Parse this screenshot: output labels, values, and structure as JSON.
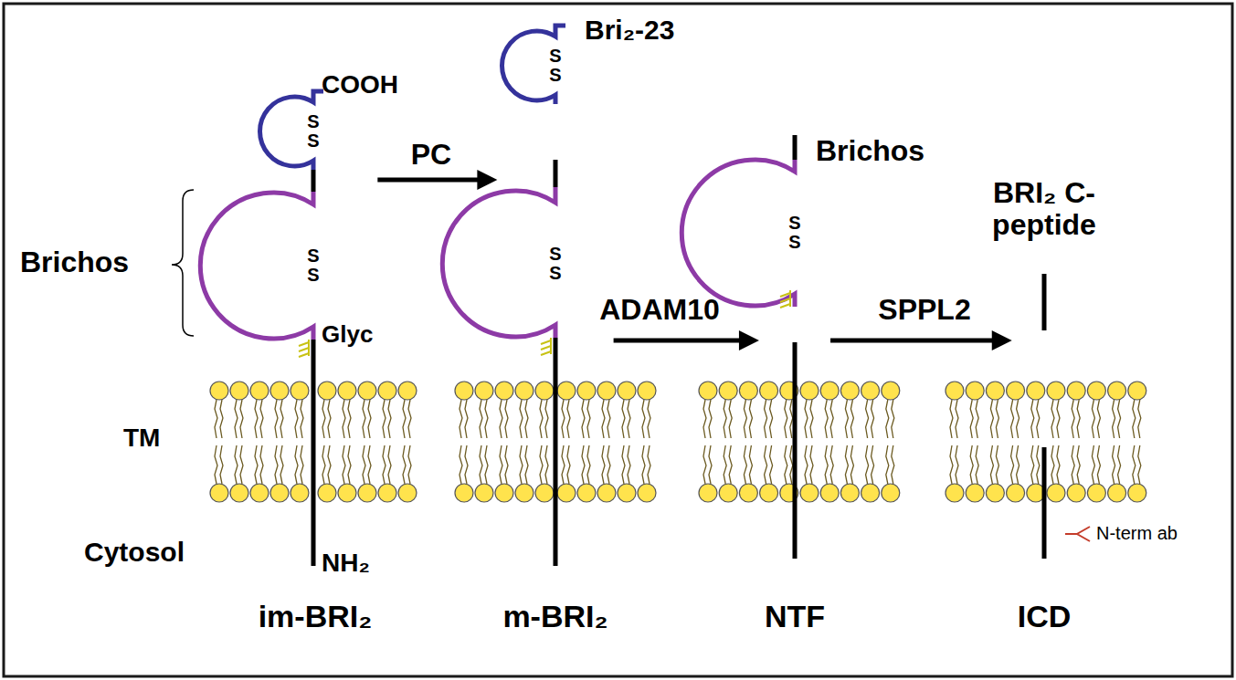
{
  "diagram": {
    "nodes": [
      {
        "text": [
          "im-BRI₂"
        ]
      },
      {
        "text": [
          "m-BRI₂"
        ]
      },
      {
        "text": [
          "NTF"
        ]
      },
      {
        "text": [
          "ICD"
        ]
      }
    ],
    "edges": [
      {
        "from": 0,
        "to": 1,
        "arrow": "to",
        "label": "PC"
      },
      {
        "from": 1,
        "to": 2,
        "arrow": "to",
        "label": "ADAM10"
      },
      {
        "from": 2,
        "to": 3,
        "arrow": "to",
        "label": "SPPL2"
      }
    ],
    "labels": [
      "COOH",
      "S S",
      "S S",
      "Brichos",
      "Glyc",
      "TM",
      "Cytosol",
      "NH₂",
      "Bri₂-23",
      "S S",
      "S S",
      "Brichos",
      "S S",
      "BRI₂ C-peptide",
      "N-term ab"
    ]
  }
}
